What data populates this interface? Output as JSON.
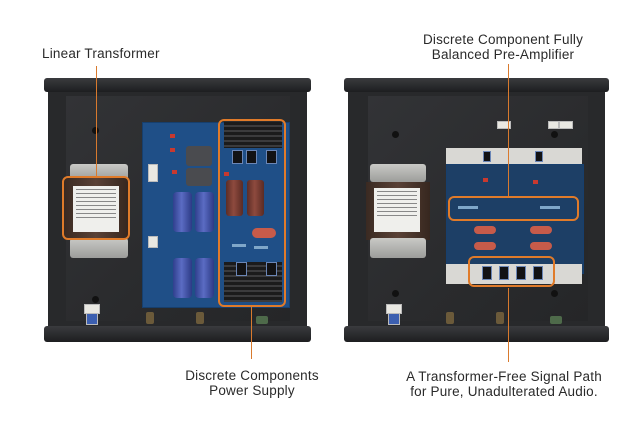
{
  "title": "Amplifier internal layout",
  "left_panel": {
    "name": "power-supply-side",
    "callouts": [
      {
        "id": "linear-transformer",
        "lines": [
          "Linear Transformer"
        ]
      },
      {
        "id": "discrete-power-supply",
        "lines": [
          "Discrete Components",
          "Power Supply"
        ]
      }
    ]
  },
  "right_panel": {
    "name": "preamp-side",
    "callouts": [
      {
        "id": "balanced-preamp",
        "lines": [
          "Discrete Component Fully",
          "Balanced Pre-Amplifier"
        ]
      },
      {
        "id": "transformer-free-path",
        "lines": [
          "A Transformer-Free Signal Path",
          "for Pure, Unadulterated Audio."
        ]
      }
    ]
  },
  "colors": {
    "accent": "#e07b2a",
    "chassis": "#28292b",
    "pcb": "#1f4f87",
    "text": "#2a2a2a",
    "background": "#ffffff"
  }
}
